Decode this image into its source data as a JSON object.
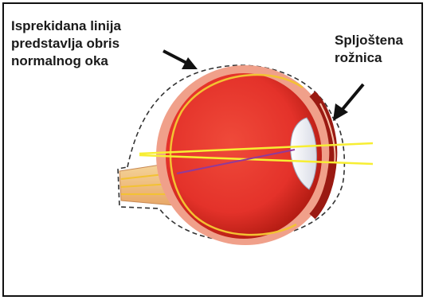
{
  "labels": {
    "outline": [
      "Isprekidana linija",
      "predstavlja obris",
      "normalnog oka"
    ],
    "cornea": [
      "Spljoštena",
      "rožnica"
    ]
  },
  "colors": {
    "eyeball": "#e4322a",
    "eyeball_dark": "#b61d14",
    "sclera_rim": "#f07f63",
    "retina_line": "#f3c233",
    "light_rays": "#f7ee33",
    "optic_nerve": "#f0c078",
    "lens": "#f1f3f8",
    "dashed_outline": "#333333",
    "arrow": "#111111"
  },
  "icons": [
    "arrow-to-outline-icon",
    "arrow-to-cornea-icon"
  ]
}
